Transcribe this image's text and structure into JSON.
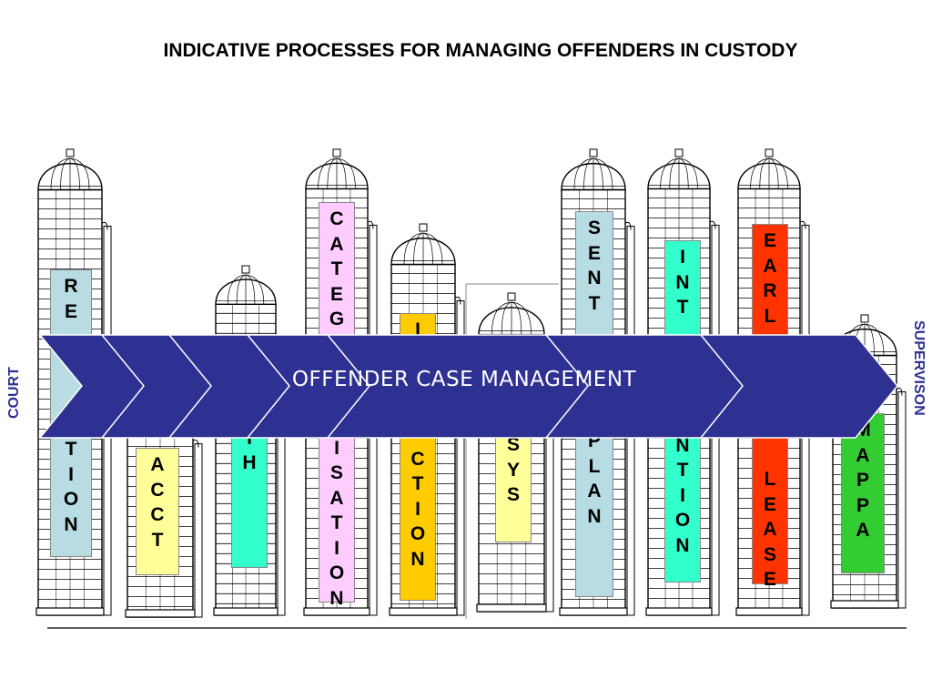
{
  "title": "INDICATIVE PROCESSES FOR MANAGING OFFENDERS IN CUSTODY",
  "left_label": "COURT",
  "right_label": "SUPERVISON",
  "banner": "OFFENDER CASE MANAGEMENT",
  "labels": [
    {
      "top": "RE",
      "bottom": "TION",
      "color": "#b7dde3"
    },
    {
      "top": "",
      "bottom": "ACCT",
      "color": "#ffff99"
    },
    {
      "top": "",
      "bottom": "EALTH",
      "color": "#33ffcc"
    },
    {
      "top": "CATEG",
      "bottom": "ISATION",
      "color": "#ffccff"
    },
    {
      "top": "I",
      "bottom": "CTION",
      "color": "#ffcc00"
    },
    {
      "top": "",
      "bottom": "SYS",
      "color": "#ffff99"
    },
    {
      "top": "SENT",
      "bottom": "PLAN",
      "color": "#b7dde3"
    },
    {
      "top": "INT",
      "bottom": "NTION",
      "color": "#33ffcc"
    },
    {
      "top": "EARL",
      "bottom": "LEASE",
      "color": "#ff3300"
    },
    {
      "top": "",
      "bottom": "MAPPA",
      "color": "#33cc33"
    }
  ],
  "colors": {
    "banner": "#2e3192",
    "side_text": "#2e3192"
  }
}
